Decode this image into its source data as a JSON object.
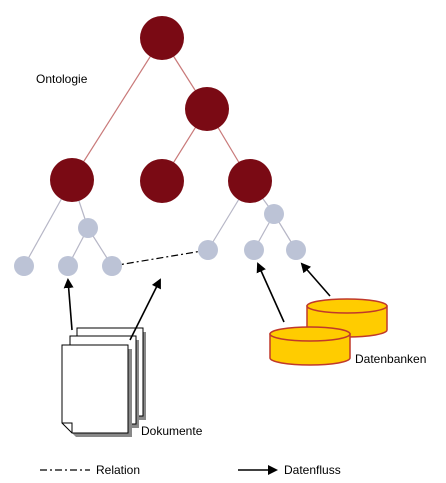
{
  "labels": {
    "ontology": "Ontologie",
    "documents": "Dokumente",
    "databases": "Datenbanken"
  },
  "legend": {
    "relation": "Relation",
    "dataflow": "Datenfluss"
  },
  "colors": {
    "ontology_node": "#7a0a14",
    "instance_node": "#bcc3d6",
    "tree_edge": "#c97a7a",
    "instance_edge": "#b6b6c6",
    "database_fill": "#ffcc00",
    "database_stroke": "#c0392b",
    "document_fill": "#ffffff",
    "document_shadow": "#888888"
  }
}
